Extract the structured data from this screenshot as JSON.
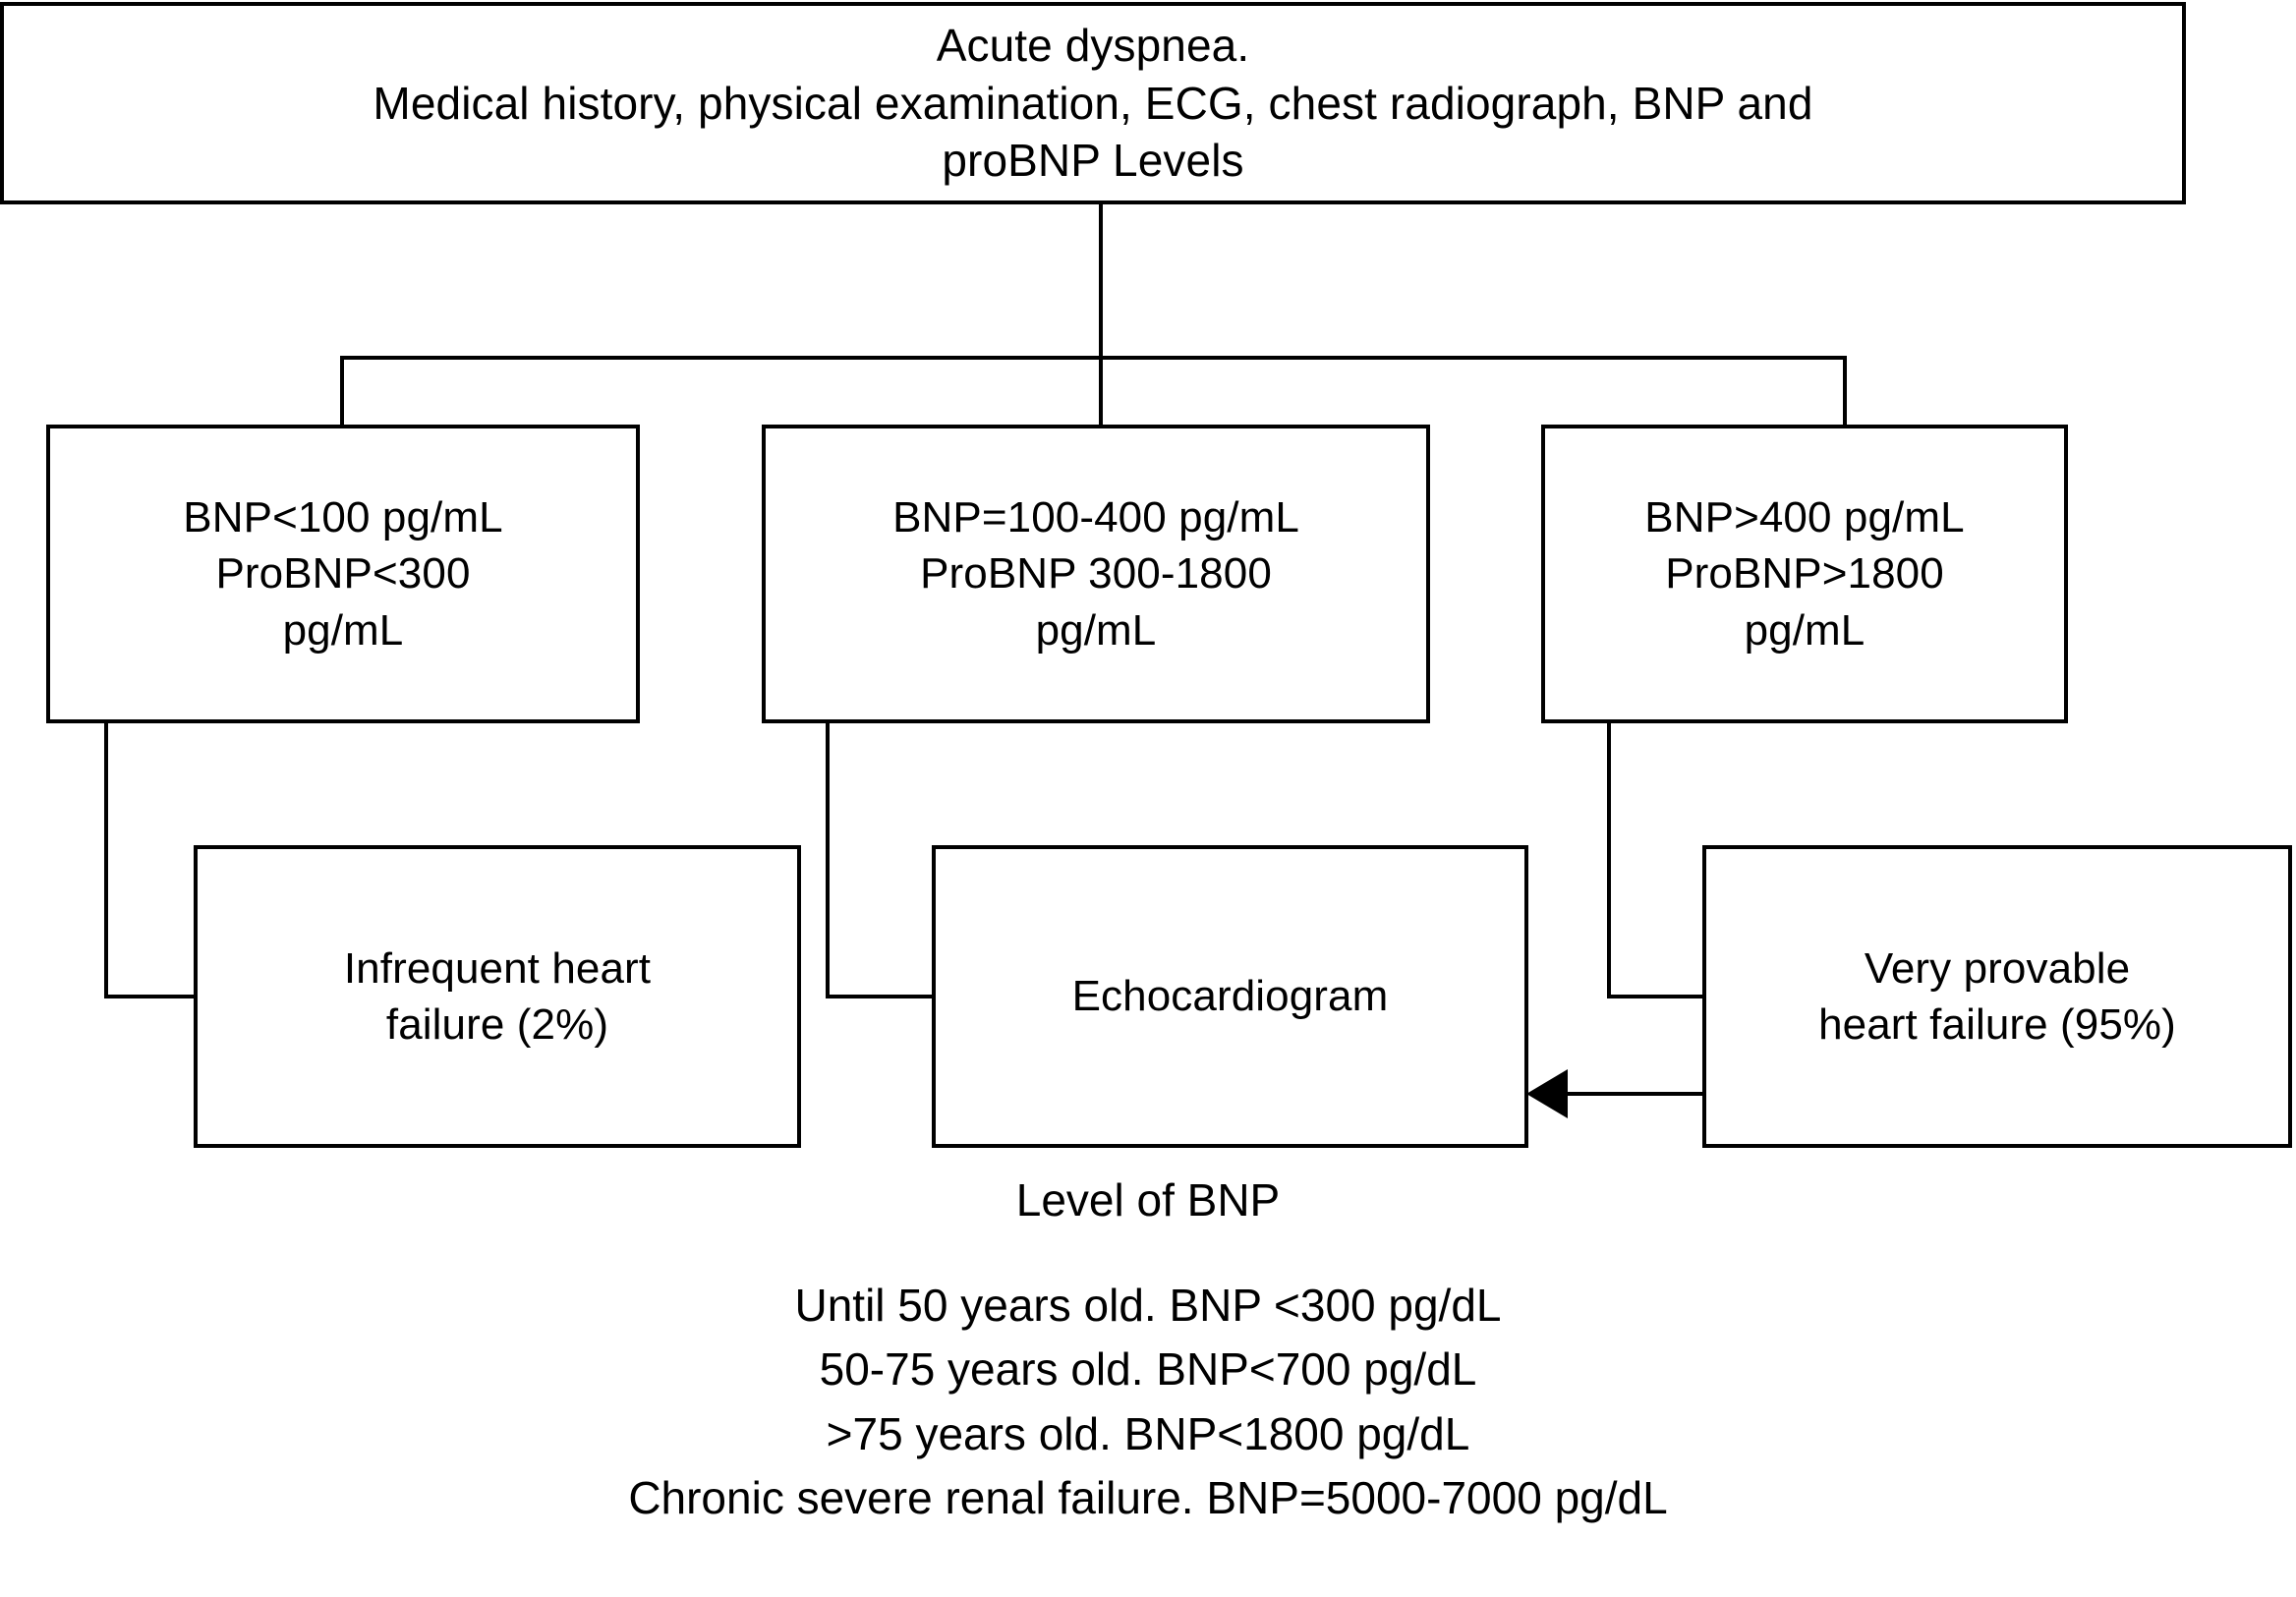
{
  "figure": {
    "title_caption": "Level of BNP"
  },
  "nodes": {
    "root": "Acute dyspnea.\nMedical history, physical examination, ECG, chest radiograph, BNP and\nproBNP Levels",
    "low": "BNP<100 pg/mL\nProBNP<300\npg/mL",
    "mid": "BNP=100-400 pg/mL\nProBNP 300-1800\npg/mL",
    "high": "BNP>400 pg/mL\nProBNP>1800\npg/mL",
    "infrequent": "Infrequent heart\nfailure (2%)",
    "echo": "Echocardiogram",
    "very_probable": "Very provable\nheart failure (95%)"
  },
  "caption": {
    "heading": "Level of BNP",
    "lines": [
      "Until 50 years old. BNP <300 pg/dL",
      "50-75 years old. BNP<700 pg/dL",
      ">75 years old. BNP<1800 pg/dL",
      "Chronic severe renal failure. BNP=5000-7000 pg/dL"
    ]
  },
  "colors": {
    "stroke": "#000000",
    "fill": "#ffffff",
    "text": "#000000"
  },
  "chart_data": {
    "type": "diagram",
    "title": "Level of BNP",
    "diagram_kind": "flowchart",
    "nodes": [
      {
        "id": "root",
        "label": "Acute dyspnea. Medical history, physical examination, ECG, chest radiograph, BNP and proBNP Levels",
        "row": 1
      },
      {
        "id": "low",
        "label": "BNP<100 pg/mL ProBNP<300 pg/mL",
        "row": 2
      },
      {
        "id": "mid",
        "label": "BNP=100-400 pg/mL ProBNP 300-1800 pg/mL",
        "row": 2
      },
      {
        "id": "high",
        "label": "BNP>400 pg/mL ProBNP>1800 pg/mL",
        "row": 2
      },
      {
        "id": "infrequent",
        "label": "Infrequent heart failure (2%)",
        "row": 3
      },
      {
        "id": "echo",
        "label": "Echocardiogram",
        "row": 3
      },
      {
        "id": "very_probable",
        "label": "Very provable heart failure (95%)",
        "row": 3
      }
    ],
    "edges": [
      {
        "from": "root",
        "to": "low",
        "arrow": false
      },
      {
        "from": "root",
        "to": "mid",
        "arrow": false
      },
      {
        "from": "root",
        "to": "high",
        "arrow": false
      },
      {
        "from": "low",
        "to": "infrequent",
        "arrow": false
      },
      {
        "from": "mid",
        "to": "echo",
        "arrow": false
      },
      {
        "from": "high",
        "to": "very_probable",
        "arrow": false
      },
      {
        "from": "very_probable",
        "to": "echo",
        "arrow": true
      }
    ]
  }
}
